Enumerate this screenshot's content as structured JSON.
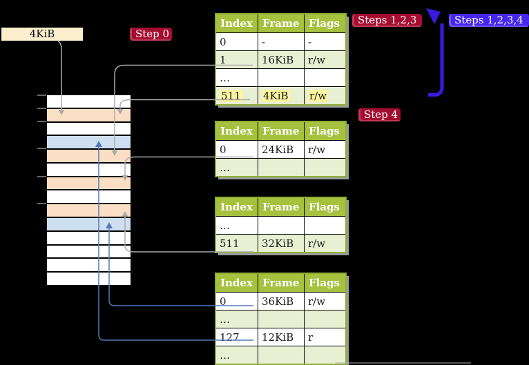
{
  "colors": {
    "background": "#000000",
    "table_header_green": "#a5c13e",
    "table_row_green": "#e9efd3",
    "table_border_green": "#8fae33",
    "highlight_yellow": "#fdf6a0",
    "label_tan": "#fbeecd",
    "badge_red": "#a50d30",
    "badge_violet": "#4727ee",
    "arrow_violet": "#3a1ae0",
    "arrow_gray": "#ababab",
    "arrow_blue": "#5578b8",
    "memory_orange": "#fbdfc4",
    "memory_blue": "#cfdff2",
    "memory_white": "#ffffff"
  },
  "labels": {
    "frame_size": "4KiB",
    "step0": "Step 0",
    "steps123": "Steps 1,2,3",
    "steps1234": "Steps 1,2,3,4",
    "step4": "Step 4"
  },
  "memory": {
    "rows": [
      "white",
      "orange",
      "white",
      "blue",
      "orange",
      "white",
      "orange",
      "white",
      "orange",
      "blue",
      "white",
      "white",
      "white",
      "white"
    ]
  },
  "tables": [
    {
      "headers": [
        "Index",
        "Frame",
        "Flags"
      ],
      "rows": [
        {
          "cells": [
            "0",
            "-",
            "-"
          ],
          "highlight": false
        },
        {
          "cells": [
            "1",
            "16KiB",
            "r/w"
          ],
          "highlight": false
        },
        {
          "cells": [
            "…",
            "",
            ""
          ],
          "highlight": false
        },
        {
          "cells": [
            "511",
            "4KiB",
            "r/w"
          ],
          "highlight": true
        }
      ]
    },
    {
      "headers": [
        "Index",
        "Frame",
        "Flags"
      ],
      "rows": [
        {
          "cells": [
            "0",
            "24KiB",
            "r/w"
          ],
          "highlight": false
        },
        {
          "cells": [
            "…",
            "",
            ""
          ],
          "highlight": false
        }
      ]
    },
    {
      "headers": [
        "Index",
        "Frame",
        "Flags"
      ],
      "rows": [
        {
          "cells": [
            "…",
            "",
            ""
          ],
          "highlight": false
        },
        {
          "cells": [
            "511",
            "32KiB",
            "r/w"
          ],
          "highlight": false
        }
      ]
    },
    {
      "headers": [
        "Index",
        "Frame",
        "Flags"
      ],
      "rows": [
        {
          "cells": [
            "0",
            "36KiB",
            "r/w"
          ],
          "highlight": false
        },
        {
          "cells": [
            "…",
            "",
            ""
          ],
          "highlight": false
        },
        {
          "cells": [
            "127",
            "12KiB",
            "r"
          ],
          "highlight": false
        },
        {
          "cells": [
            "…",
            "",
            ""
          ],
          "highlight": false
        }
      ]
    }
  ]
}
